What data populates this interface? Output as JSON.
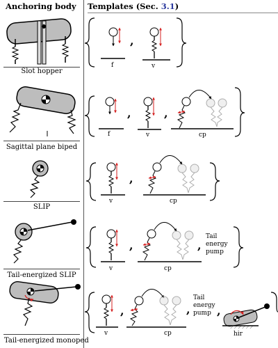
{
  "headers": {
    "left": "Anchoring body",
    "right_prefix": "Templates (Sec. ",
    "right_ref": "3.1",
    "right_suffix": ")"
  },
  "rows": [
    {
      "caption": "Slot hopper",
      "labels": [
        "f",
        "v"
      ]
    },
    {
      "caption": "Sagittal plane biped",
      "labels": [
        "f",
        "v",
        "cp"
      ]
    },
    {
      "caption": "SLIP",
      "labels": [
        "v",
        "cp"
      ]
    },
    {
      "caption": "Tail-energized SLIP",
      "labels": [
        "v",
        "cp"
      ],
      "pump_label": [
        "Tail",
        "energy",
        "pump"
      ]
    },
    {
      "caption": "Tail-energized monoped",
      "labels": [
        "v",
        "cp",
        "hir"
      ],
      "pump_label": [
        "Tail",
        "energy",
        "pump"
      ]
    }
  ],
  "colors": {
    "arrow": "#d42020",
    "ghost": "#9a9a9a",
    "body": "#bdbdbd",
    "ref": "#2b3a9e"
  }
}
